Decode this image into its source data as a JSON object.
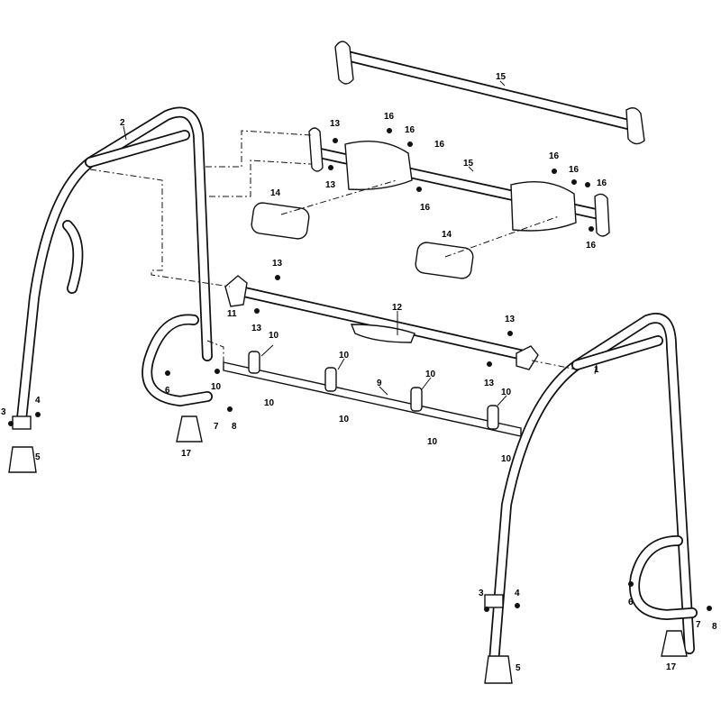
{
  "title": "Roll bar assembly parts diagram",
  "callouts": [
    "15",
    "15",
    "2",
    "13",
    "13",
    "16",
    "16",
    "16",
    "14",
    "16",
    "16",
    "16",
    "16",
    "16",
    "14",
    "13",
    "12",
    "11",
    "13",
    "13",
    "10",
    "10",
    "9",
    "10",
    "10",
    "10",
    "10",
    "10",
    "10",
    "13",
    "1",
    "10",
    "6",
    "7",
    "8",
    "17",
    "4",
    "3",
    "5",
    "6",
    "7",
    "8",
    "3",
    "4",
    "5",
    "17"
  ],
  "colors": {
    "line": "#111111",
    "background": "#ffffff"
  }
}
